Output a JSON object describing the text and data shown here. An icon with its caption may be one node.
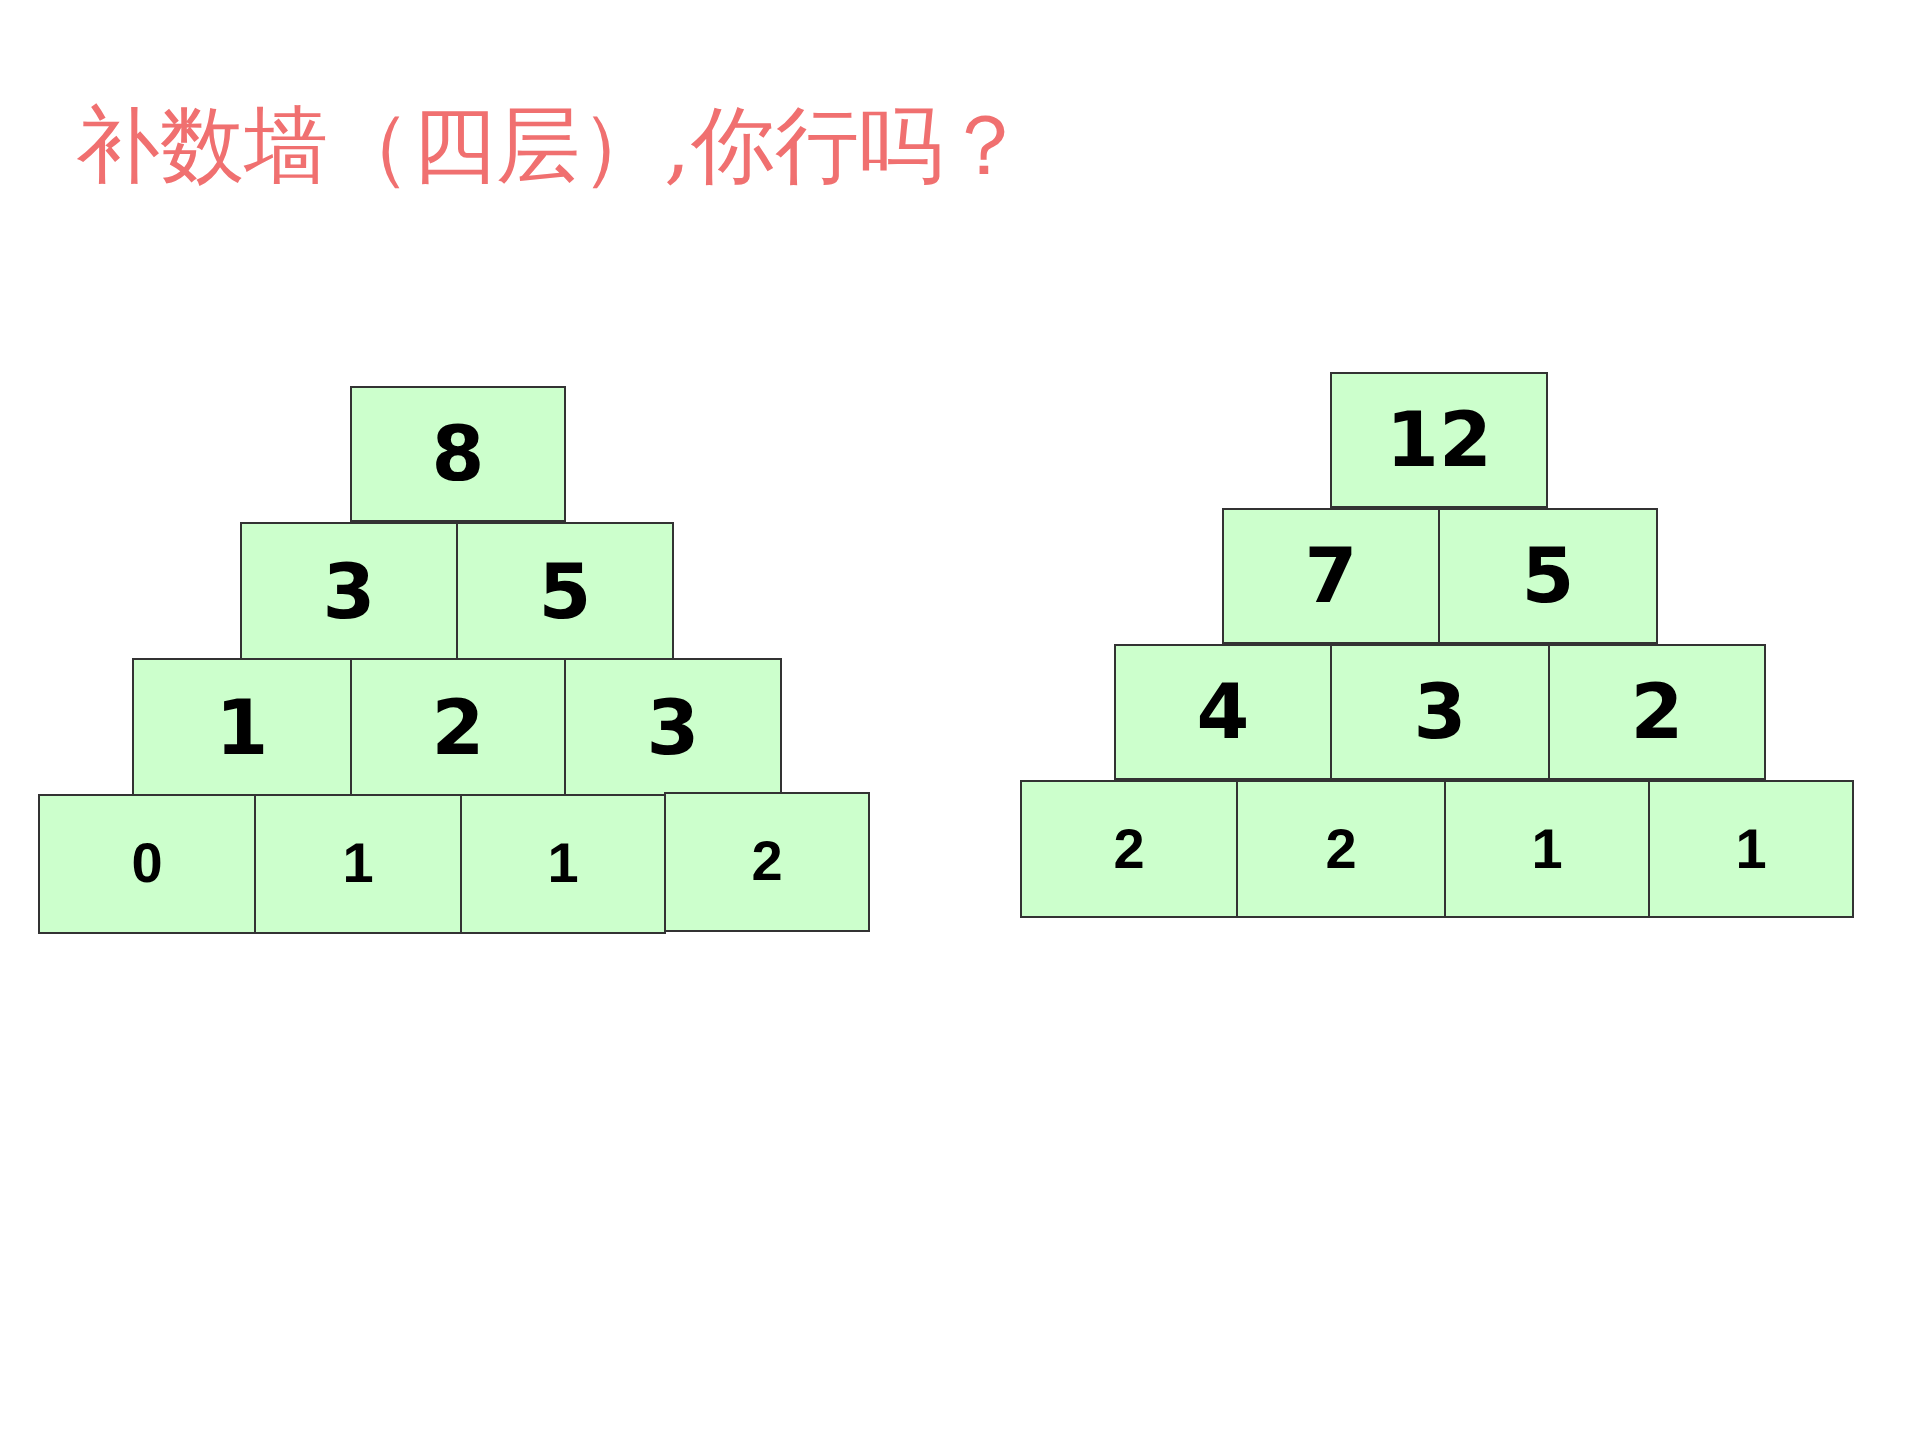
{
  "diagram": {
    "title": "补数墙（四层）,你行吗？",
    "nodes": [
      {
        "text": [
          "8"
        ]
      },
      {
        "text": [
          "3"
        ]
      },
      {
        "text": [
          "5"
        ]
      },
      {
        "text": [
          "1"
        ]
      },
      {
        "text": [
          "2"
        ]
      },
      {
        "text": [
          "3"
        ]
      },
      {
        "text": [
          "0"
        ]
      },
      {
        "text": [
          "1"
        ]
      },
      {
        "text": [
          "1"
        ]
      },
      {
        "text": [
          "2"
        ]
      },
      {
        "text": [
          "12"
        ]
      },
      {
        "text": [
          "7"
        ]
      },
      {
        "text": [
          "5"
        ]
      },
      {
        "text": [
          "4"
        ]
      },
      {
        "text": [
          "3"
        ]
      },
      {
        "text": [
          "2"
        ]
      },
      {
        "text": [
          "2"
        ]
      },
      {
        "text": [
          "2"
        ]
      },
      {
        "text": [
          "1"
        ]
      },
      {
        "text": [
          "1"
        ]
      }
    ]
  }
}
